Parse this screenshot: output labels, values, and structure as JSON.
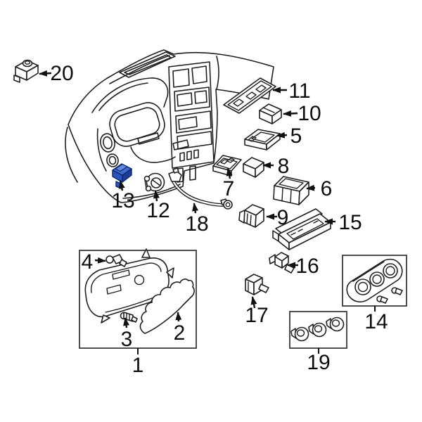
{
  "diagram": {
    "background_color": "#ffffff",
    "line_color": "#1f1f1f",
    "highlight_color": "#2e57bd",
    "highlighted_callout": "13",
    "callouts": {
      "c1": "1",
      "c2": "2",
      "c3": "3",
      "c4": "4",
      "c5": "5",
      "c6": "6",
      "c7": "7",
      "c8": "8",
      "c9": "9",
      "c10": "10",
      "c11": "11",
      "c12": "12",
      "c13": "13",
      "c14": "14",
      "c15": "15",
      "c16": "16",
      "c17": "17",
      "c18": "18",
      "c19": "19",
      "c20": "20"
    }
  }
}
